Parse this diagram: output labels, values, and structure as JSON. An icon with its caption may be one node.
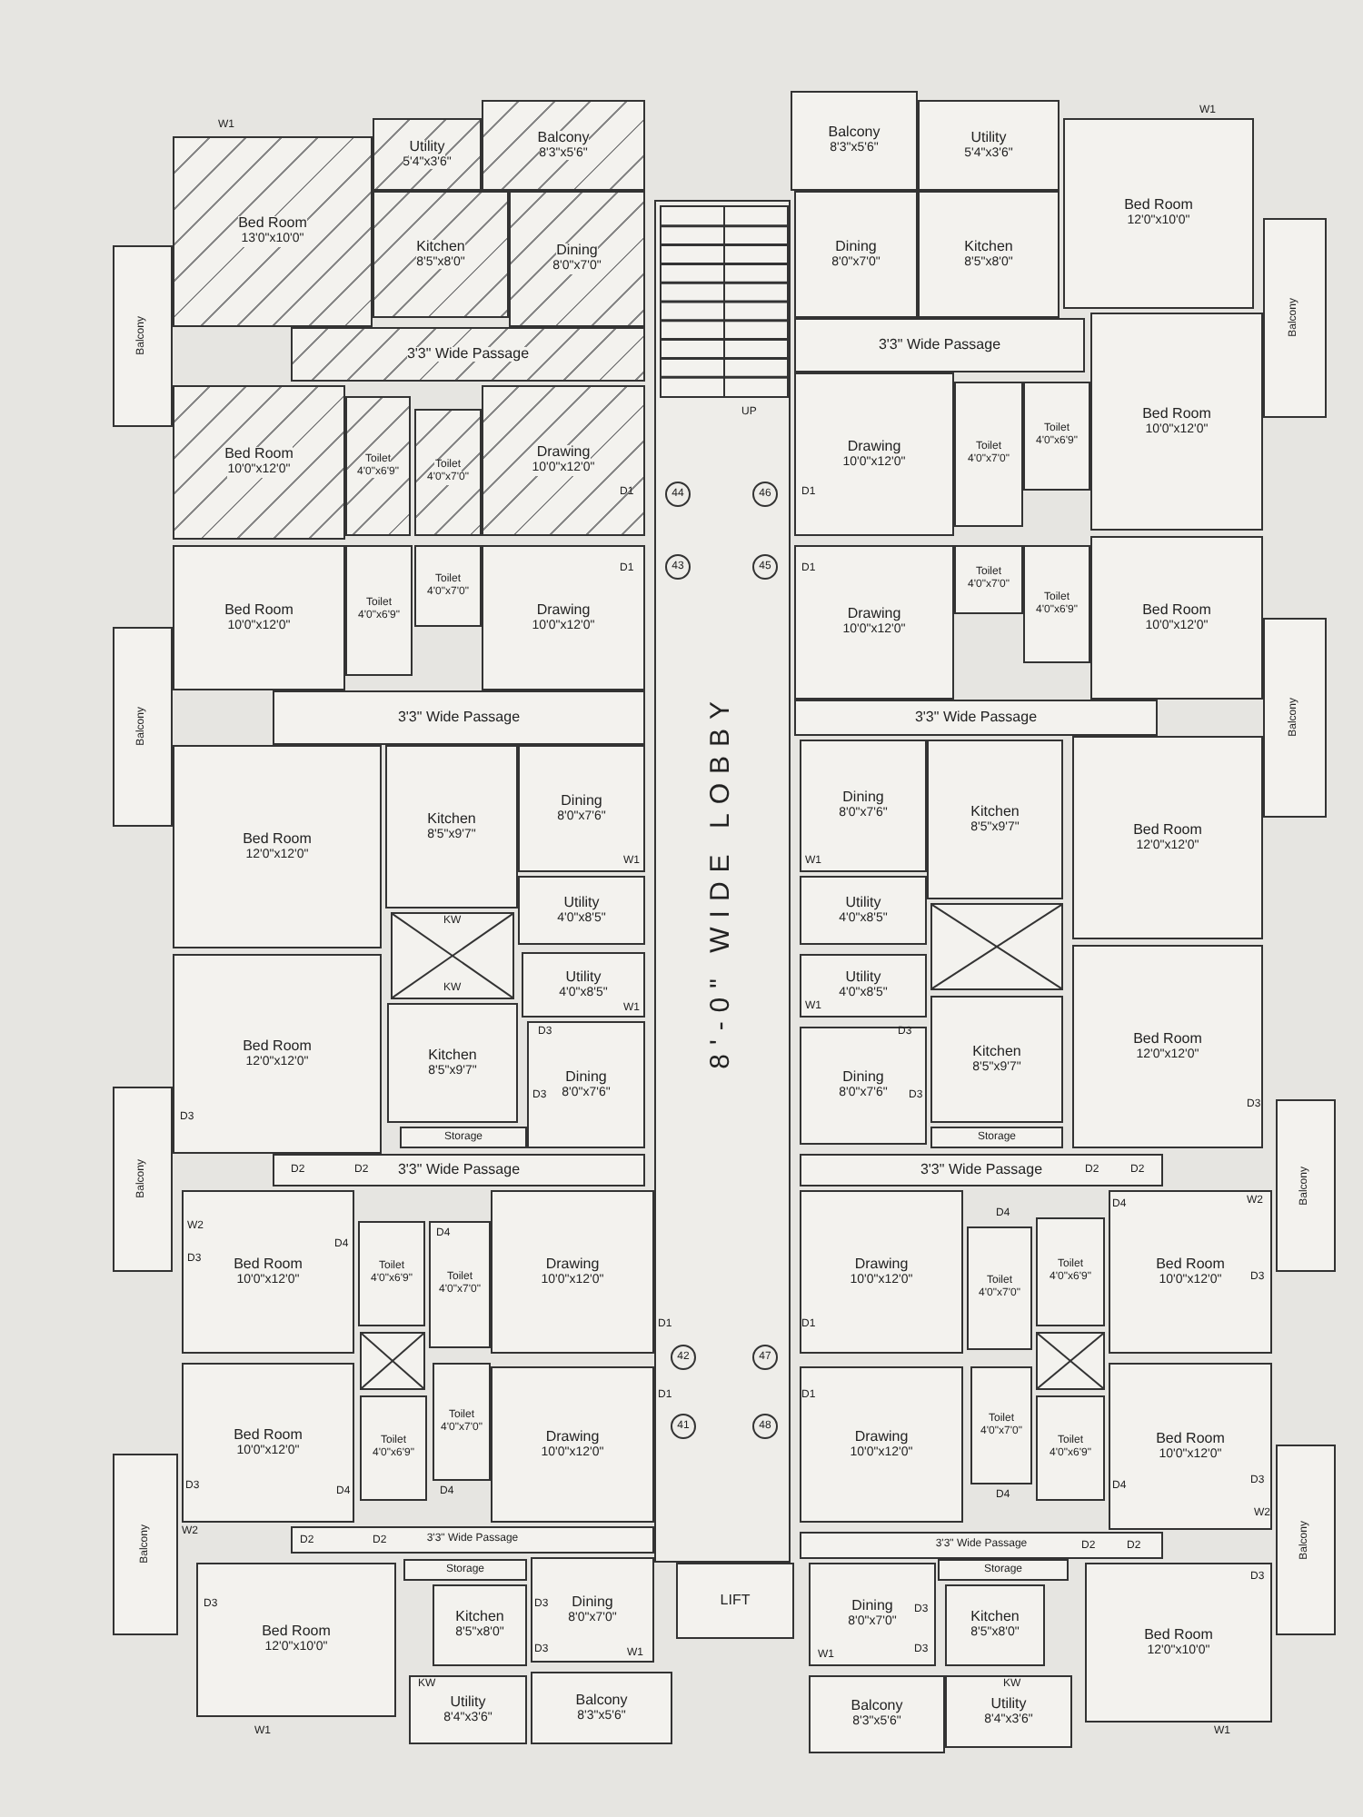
{
  "diagram": {
    "nodes": [
      {
        "text": [
          "Bed Room",
          "13'0\"x10'0\""
        ]
      },
      {
        "text": [
          "Utility",
          "5'4\"x3'6\""
        ]
      },
      {
        "text": [
          "Balcony",
          "8'3\"x5'6\""
        ]
      },
      {
        "text": [
          "Kitchen",
          "8'5\"x8'0\""
        ]
      },
      {
        "text": [
          "Dining",
          "8'0\"x7'0\""
        ]
      },
      {
        "text": [
          "Balcony"
        ]
      },
      {
        "text": [
          "3'3\" Wide Passage"
        ]
      },
      {
        "text": [
          "Bed Room",
          "10'0\"x12'0\""
        ]
      },
      {
        "text": [
          "Toilet",
          "4'0\"x6'9\""
        ]
      },
      {
        "text": [
          "Toilet",
          "4'0\"x7'0\""
        ]
      },
      {
        "text": [
          "Drawing",
          "10'0\"x12'0\""
        ]
      },
      {
        "text": [
          "8'-0\" WIDE LOBBY"
        ]
      },
      {
        "text": [],
        "shape": "stairs",
        "in": 11
      },
      {
        "text": [
          "Balcony",
          "8'3\"x5'6\""
        ]
      },
      {
        "text": [
          "Utility",
          "5'4\"x3'6\""
        ]
      },
      {
        "text": [
          "Bed Room",
          "12'0\"x10'0\""
        ]
      },
      {
        "text": [
          "Dining",
          "8'0\"x7'0\""
        ]
      },
      {
        "text": [
          "Kitchen",
          "8'5\"x8'0\""
        ]
      },
      {
        "text": [
          "Balcony"
        ]
      },
      {
        "text": [
          "3'3\" Wide Passage"
        ]
      },
      {
        "text": [
          "Drawing",
          "10'0\"x12'0\""
        ]
      },
      {
        "text": [
          "Toilet",
          "4'0\"x7'0\""
        ]
      },
      {
        "text": [
          "Toilet",
          "4'0\"x6'9\""
        ]
      },
      {
        "text": [
          "Bed Room",
          "10'0\"x12'0\""
        ]
      },
      {
        "text": [
          "Bed Room",
          "10'0\"x12'0\""
        ]
      },
      {
        "text": [
          "Toilet",
          "4'0\"x6'9\""
        ]
      },
      {
        "text": [
          "Toilet",
          "4'0\"x7'0\""
        ]
      },
      {
        "text": [
          "Drawing",
          "10'0\"x12'0\""
        ]
      },
      {
        "text": [
          "Balcony"
        ]
      },
      {
        "text": [
          "3'3\" Wide Passage"
        ]
      },
      {
        "text": [
          "Bed Room",
          "12'0\"x12'0\""
        ]
      },
      {
        "text": [
          "Kitchen",
          "8'5\"x9'7\""
        ]
      },
      {
        "text": [
          "Dining",
          "8'0\"x7'6\""
        ]
      },
      {
        "text": [
          "Utility",
          "4'0\"x8'5\""
        ]
      },
      {
        "text": [],
        "shape": "box"
      },
      {
        "text": [
          "Utility",
          "4'0\"x8'5\""
        ]
      },
      {
        "text": [
          "Bed Room",
          "12'0\"x12'0\""
        ]
      },
      {
        "text": [
          "Kitchen",
          "8'5\"x9'7\""
        ]
      },
      {
        "text": [
          "Dining",
          "8'0\"x7'6\""
        ]
      },
      {
        "text": [
          "Storage"
        ]
      },
      {
        "text": [
          "Balcony"
        ]
      },
      {
        "text": [
          "3'3\" Wide Passage"
        ]
      },
      {
        "text": [
          "Drawing",
          "10'0\"x12'0\""
        ]
      },
      {
        "text": [
          "Toilet",
          "4'0\"x7'0\""
        ]
      },
      {
        "text": [
          "Toilet",
          "4'0\"x6'9\""
        ]
      },
      {
        "text": [
          "Bed Room",
          "10'0\"x12'0\""
        ]
      },
      {
        "text": [
          "Balcony"
        ]
      },
      {
        "text": [
          "3'3\" Wide Passage"
        ]
      },
      {
        "text": [
          "Dining",
          "8'0\"x7'6\""
        ]
      },
      {
        "text": [
          "Kitchen",
          "8'5\"x9'7\""
        ]
      },
      {
        "text": [
          "Bed Room",
          "12'0\"x12'0\""
        ]
      },
      {
        "text": [
          "Utility",
          "4'0\"x8'5\""
        ]
      },
      {
        "text": [],
        "shape": "box"
      },
      {
        "text": [
          "Utility",
          "4'0\"x8'5\""
        ]
      },
      {
        "text": [
          "Bed Room",
          "12'0\"x12'0\""
        ]
      },
      {
        "text": [
          "Dining",
          "8'0\"x7'6\""
        ]
      },
      {
        "text": [
          "Kitchen",
          "8'5\"x9'7\""
        ]
      },
      {
        "text": [
          "Storage"
        ]
      },
      {
        "text": [
          "Balcony"
        ]
      },
      {
        "text": [
          "3'3\" Wide Passage"
        ]
      },
      {
        "text": [
          "Bed Room",
          "10'0\"x12'0\""
        ]
      },
      {
        "text": [
          "Toilet",
          "4'0\"x6'9\""
        ]
      },
      {
        "text": [
          "Toilet",
          "4'0\"x7'0\""
        ]
      },
      {
        "text": [
          "Drawing",
          "10'0\"x12'0\""
        ]
      },
      {
        "text": [],
        "shape": "box"
      },
      {
        "text": [
          "Bed Room",
          "10'0\"x12'0\""
        ]
      },
      {
        "text": [
          "Toilet",
          "4'0\"x6'9\""
        ]
      },
      {
        "text": [
          "Toilet",
          "4'0\"x7'0\""
        ]
      },
      {
        "text": [
          "Drawing",
          "10'0\"x12'0\""
        ]
      },
      {
        "text": [
          "Balcony"
        ]
      },
      {
        "text": [
          "3'3\" Wide Passage"
        ]
      },
      {
        "text": [
          "Bed Room",
          "12'0\"x10'0\""
        ]
      },
      {
        "text": [
          "Storage"
        ]
      },
      {
        "text": [
          "Kitchen",
          "8'5\"x8'0\""
        ]
      },
      {
        "text": [
          "Dining",
          "8'0\"x7'0\""
        ]
      },
      {
        "text": [
          "Utility",
          "8'4\"x3'6\""
        ]
      },
      {
        "text": [
          "Balcony",
          "8'3\"x5'6\""
        ]
      },
      {
        "text": [
          "LIFT"
        ]
      },
      {
        "text": [
          "Drawing",
          "10'0\"x12'0\""
        ]
      },
      {
        "text": [
          "Toilet",
          "4'0\"x7'0\""
        ]
      },
      {
        "text": [
          "Toilet",
          "4'0\"x6'9\""
        ]
      },
      {
        "text": [
          "Bed Room",
          "10'0\"x12'0\""
        ]
      },
      {
        "text": [],
        "shape": "box"
      },
      {
        "text": [
          "Drawing",
          "10'0\"x12'0\""
        ]
      },
      {
        "text": [
          "Toilet",
          "4'0\"x7'0\""
        ]
      },
      {
        "text": [
          "Toilet",
          "4'0\"x6'9\""
        ]
      },
      {
        "text": [
          "Bed Room",
          "10'0\"x12'0\""
        ]
      },
      {
        "text": [
          "Balcony"
        ]
      },
      {
        "text": [
          "3'3\" Wide Passage"
        ]
      },
      {
        "text": [
          "Dining",
          "8'0\"x7'0\""
        ]
      },
      {
        "text": [
          "Storage"
        ]
      },
      {
        "text": [
          "Kitchen",
          "8'5\"x8'0\""
        ]
      },
      {
        "text": [
          "Bed Room",
          "12'0\"x10'0\""
        ]
      },
      {
        "text": [
          "Balcony",
          "8'3\"x5'6\""
        ]
      },
      {
        "text": [
          "Utility",
          "8'4\"x3'6\""
        ]
      }
    ],
    "labels": [
      "W1",
      "W1",
      "UP",
      "D1",
      "44",
      "D1",
      "43",
      "46",
      "D1",
      "45",
      "D1",
      "W1",
      "KW",
      "KW",
      "W1",
      "D3",
      "D3",
      "D3",
      "D2",
      "D2",
      "W1",
      "W1",
      "D3",
      "D3",
      "D3",
      "D2",
      "D2",
      "W2",
      "W2",
      "D3",
      "D4",
      "D4",
      "D1",
      "42",
      "D1",
      "41",
      "47",
      "D1",
      "48",
      "D1",
      "D3",
      "W2",
      "D4",
      "D4",
      "D2",
      "D2",
      "D3",
      "D3",
      "D3",
      "W1",
      "KW",
      "W1",
      "D4",
      "D4",
      "D3",
      "D4",
      "D4",
      "D3",
      "W2",
      "D2",
      "D2",
      "D3",
      "D3",
      "D3",
      "W1",
      "KW",
      "W1"
    ]
  }
}
